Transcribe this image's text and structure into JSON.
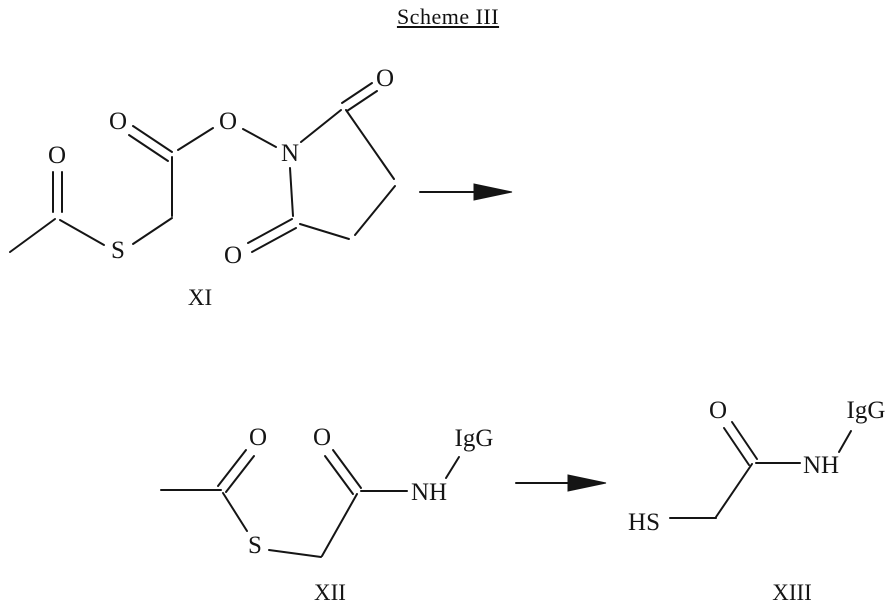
{
  "title": "Scheme III",
  "labels": {
    "xi": "XI",
    "xii": "XII",
    "xiii": "XIII"
  },
  "atoms": {
    "xi": {
      "o_acetyl": "O",
      "s": "S",
      "o_carbonyl": "O",
      "o_ester": "O",
      "n": "N",
      "o_ring_top": "O",
      "o_ring_bottom": "O"
    },
    "xii": {
      "o_acetyl": "O",
      "o_amide": "O",
      "s": "S",
      "nh": "NH",
      "igg": "IgG"
    },
    "xiii": {
      "o": "O",
      "hs": "HS",
      "nh": "NH",
      "igg": "IgG"
    }
  }
}
